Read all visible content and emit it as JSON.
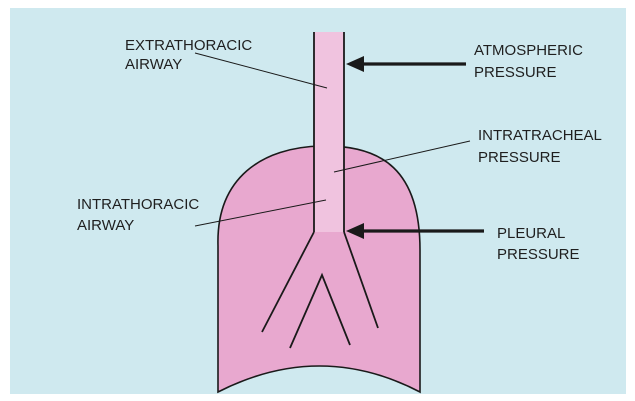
{
  "diagram": {
    "labels": {
      "extrathoracic": [
        "EXTRATHORACIC",
        "AIRWAY"
      ],
      "atmospheric": [
        "ATMOSPHERIC",
        "PRESSURE"
      ],
      "intratracheal": [
        "INTRATRACHEAL",
        "PRESSURE"
      ],
      "intrathoracic": [
        "INTRATHORACIC",
        "AIRWAY"
      ],
      "pleural": [
        "PLEURAL",
        "PRESSURE"
      ]
    },
    "colors": {
      "background": "#cfe9ef",
      "lung_fill": "#e8a8cf",
      "airway_fill": "#f0c3df",
      "outline": "#1a1a1a"
    }
  }
}
